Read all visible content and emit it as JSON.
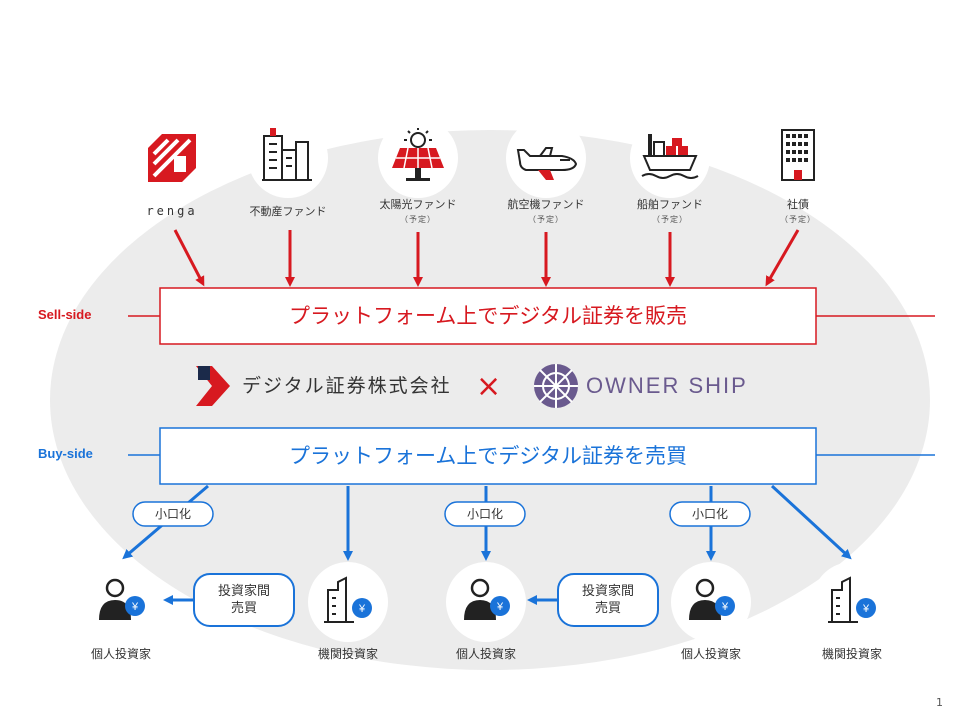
{
  "colors": {
    "red": "#d71920",
    "blue": "#1a73d9",
    "ellipse": "#ececec",
    "navy": "#1b2a4a",
    "purple": "#6a5a8e"
  },
  "issuers": [
    {
      "label": "renga",
      "note": "",
      "icon": "renga-logo-icon"
    },
    {
      "label": "不動産ファンド",
      "note": "",
      "icon": "building-icon"
    },
    {
      "label": "太陽光ファンド",
      "note": "（予定）",
      "icon": "solar-panel-icon"
    },
    {
      "label": "航空機ファンド",
      "note": "（予定）",
      "icon": "airplane-icon"
    },
    {
      "label": "船舶ファンド",
      "note": "（予定）",
      "icon": "ship-icon"
    },
    {
      "label": "社債",
      "note": "（予定）",
      "icon": "office-tower-icon"
    }
  ],
  "sell_side": {
    "label": "Sell-side",
    "box_text": "プラットフォーム上でデジタル証券を販売"
  },
  "buy_side": {
    "label": "Buy-side",
    "box_text": "プラットフォーム上でデジタル証券を売買"
  },
  "partners": {
    "left_name": "デジタル証券株式会社",
    "times": "×",
    "right_name": "OWNER SHIP"
  },
  "small_lot_label": "小口化",
  "p2p_label": "投資家間\n売買",
  "investors": [
    {
      "label": "個人投資家",
      "type": "individual"
    },
    {
      "label": "機関投資家",
      "type": "institution"
    },
    {
      "label": "個人投資家",
      "type": "individual"
    },
    {
      "label": "個人投資家",
      "type": "individual"
    },
    {
      "label": "機関投資家",
      "type": "institution"
    }
  ],
  "page_number": "1"
}
